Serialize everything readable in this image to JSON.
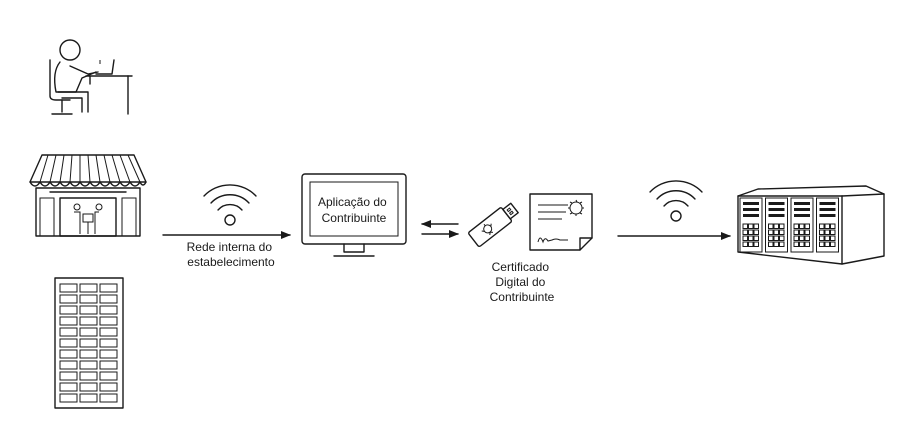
{
  "labels": {
    "internal_network": [
      "Rede interna do",
      "estabelecimento"
    ],
    "application": [
      "Aplicação do",
      "Contribuinte"
    ],
    "certificate": [
      "Certificado",
      "Digital do",
      "Contribuinte"
    ]
  },
  "colors": {
    "ink": "#1a1a1a",
    "background": "#ffffff"
  },
  "icons": [
    "person-at-desk-icon",
    "storefront-icon",
    "office-building-icon",
    "wifi-icon",
    "monitor-icon",
    "usb-token-icon",
    "certificate-document-icon",
    "server-rack-icon"
  ]
}
